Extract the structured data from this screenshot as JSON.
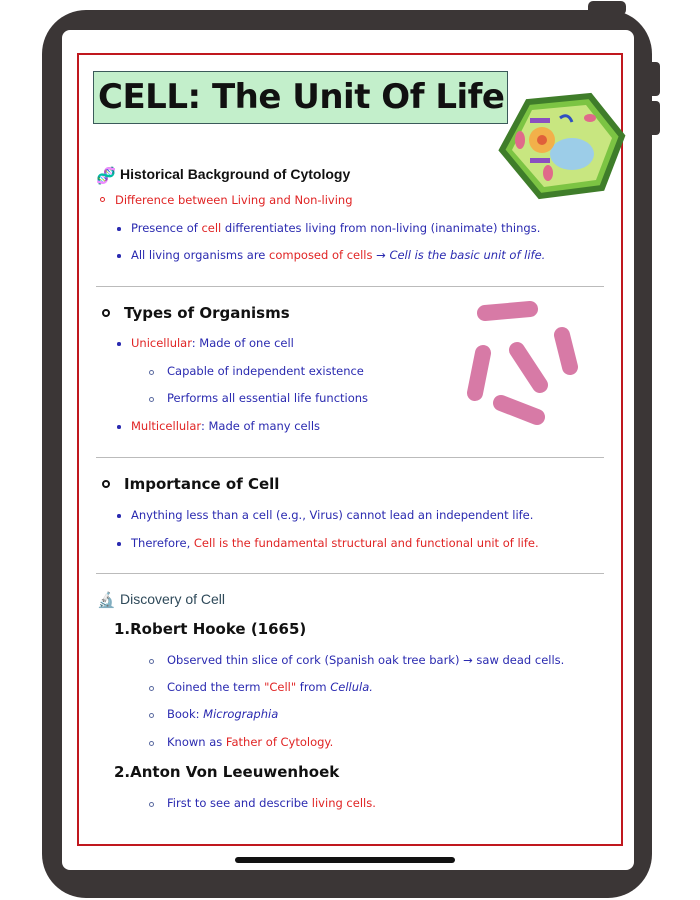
{
  "title": "CELL: The Unit Of Life",
  "section1": {
    "heading": "Historical Background of Cytology",
    "subheading": "Difference between Living and Non-living",
    "b1": {
      "a": "Presence of ",
      "b": "cell",
      "c": " differentiates living from non-living (inanimate) things."
    },
    "b2": {
      "a": "All living organisms are ",
      "b": "composed of cells",
      "c": " → ",
      "d": "Cell is the basic unit of life."
    }
  },
  "section2": {
    "heading": "Types of Organisms",
    "uni": {
      "a": "Unicellular",
      "b": ": Made of one cell"
    },
    "uni_sub": [
      "Capable of independent existence",
      "Performs all essential life functions"
    ],
    "multi": {
      "a": "Multicellular",
      "b": ": Made of many cells"
    }
  },
  "section3": {
    "heading": "Importance of Cell",
    "b1": "Anything less than a cell (e.g., Virus) cannot lead an independent life.",
    "b2": {
      "a": "Therefore, ",
      "b": "Cell is the fundamental structural and functional unit of life."
    }
  },
  "section4": {
    "heading": "Discovery of Cell",
    "p1": {
      "title": "1.Robert Hooke (1665)",
      "i1": "Observed thin slice of cork (Spanish oak tree bark) → saw dead cells.",
      "i2": {
        "a": "Coined the term ",
        "b": "\"Cell\"",
        "c": " from ",
        "d": "Cellula."
      },
      "i3": {
        "a": "Book: ",
        "b": "Micrographia"
      },
      "i4": {
        "a": "Known as ",
        "b": "Father of Cytology."
      }
    },
    "p2": {
      "title": "2.Anton Von Leeuwenhoek",
      "i1": {
        "a": "First to see and describe ",
        "b": "living cells."
      }
    }
  },
  "colors": {
    "blue": "#2a2ab0",
    "red": "#e02424",
    "title_bg": "#c3efcb",
    "border": "#c0181e"
  }
}
